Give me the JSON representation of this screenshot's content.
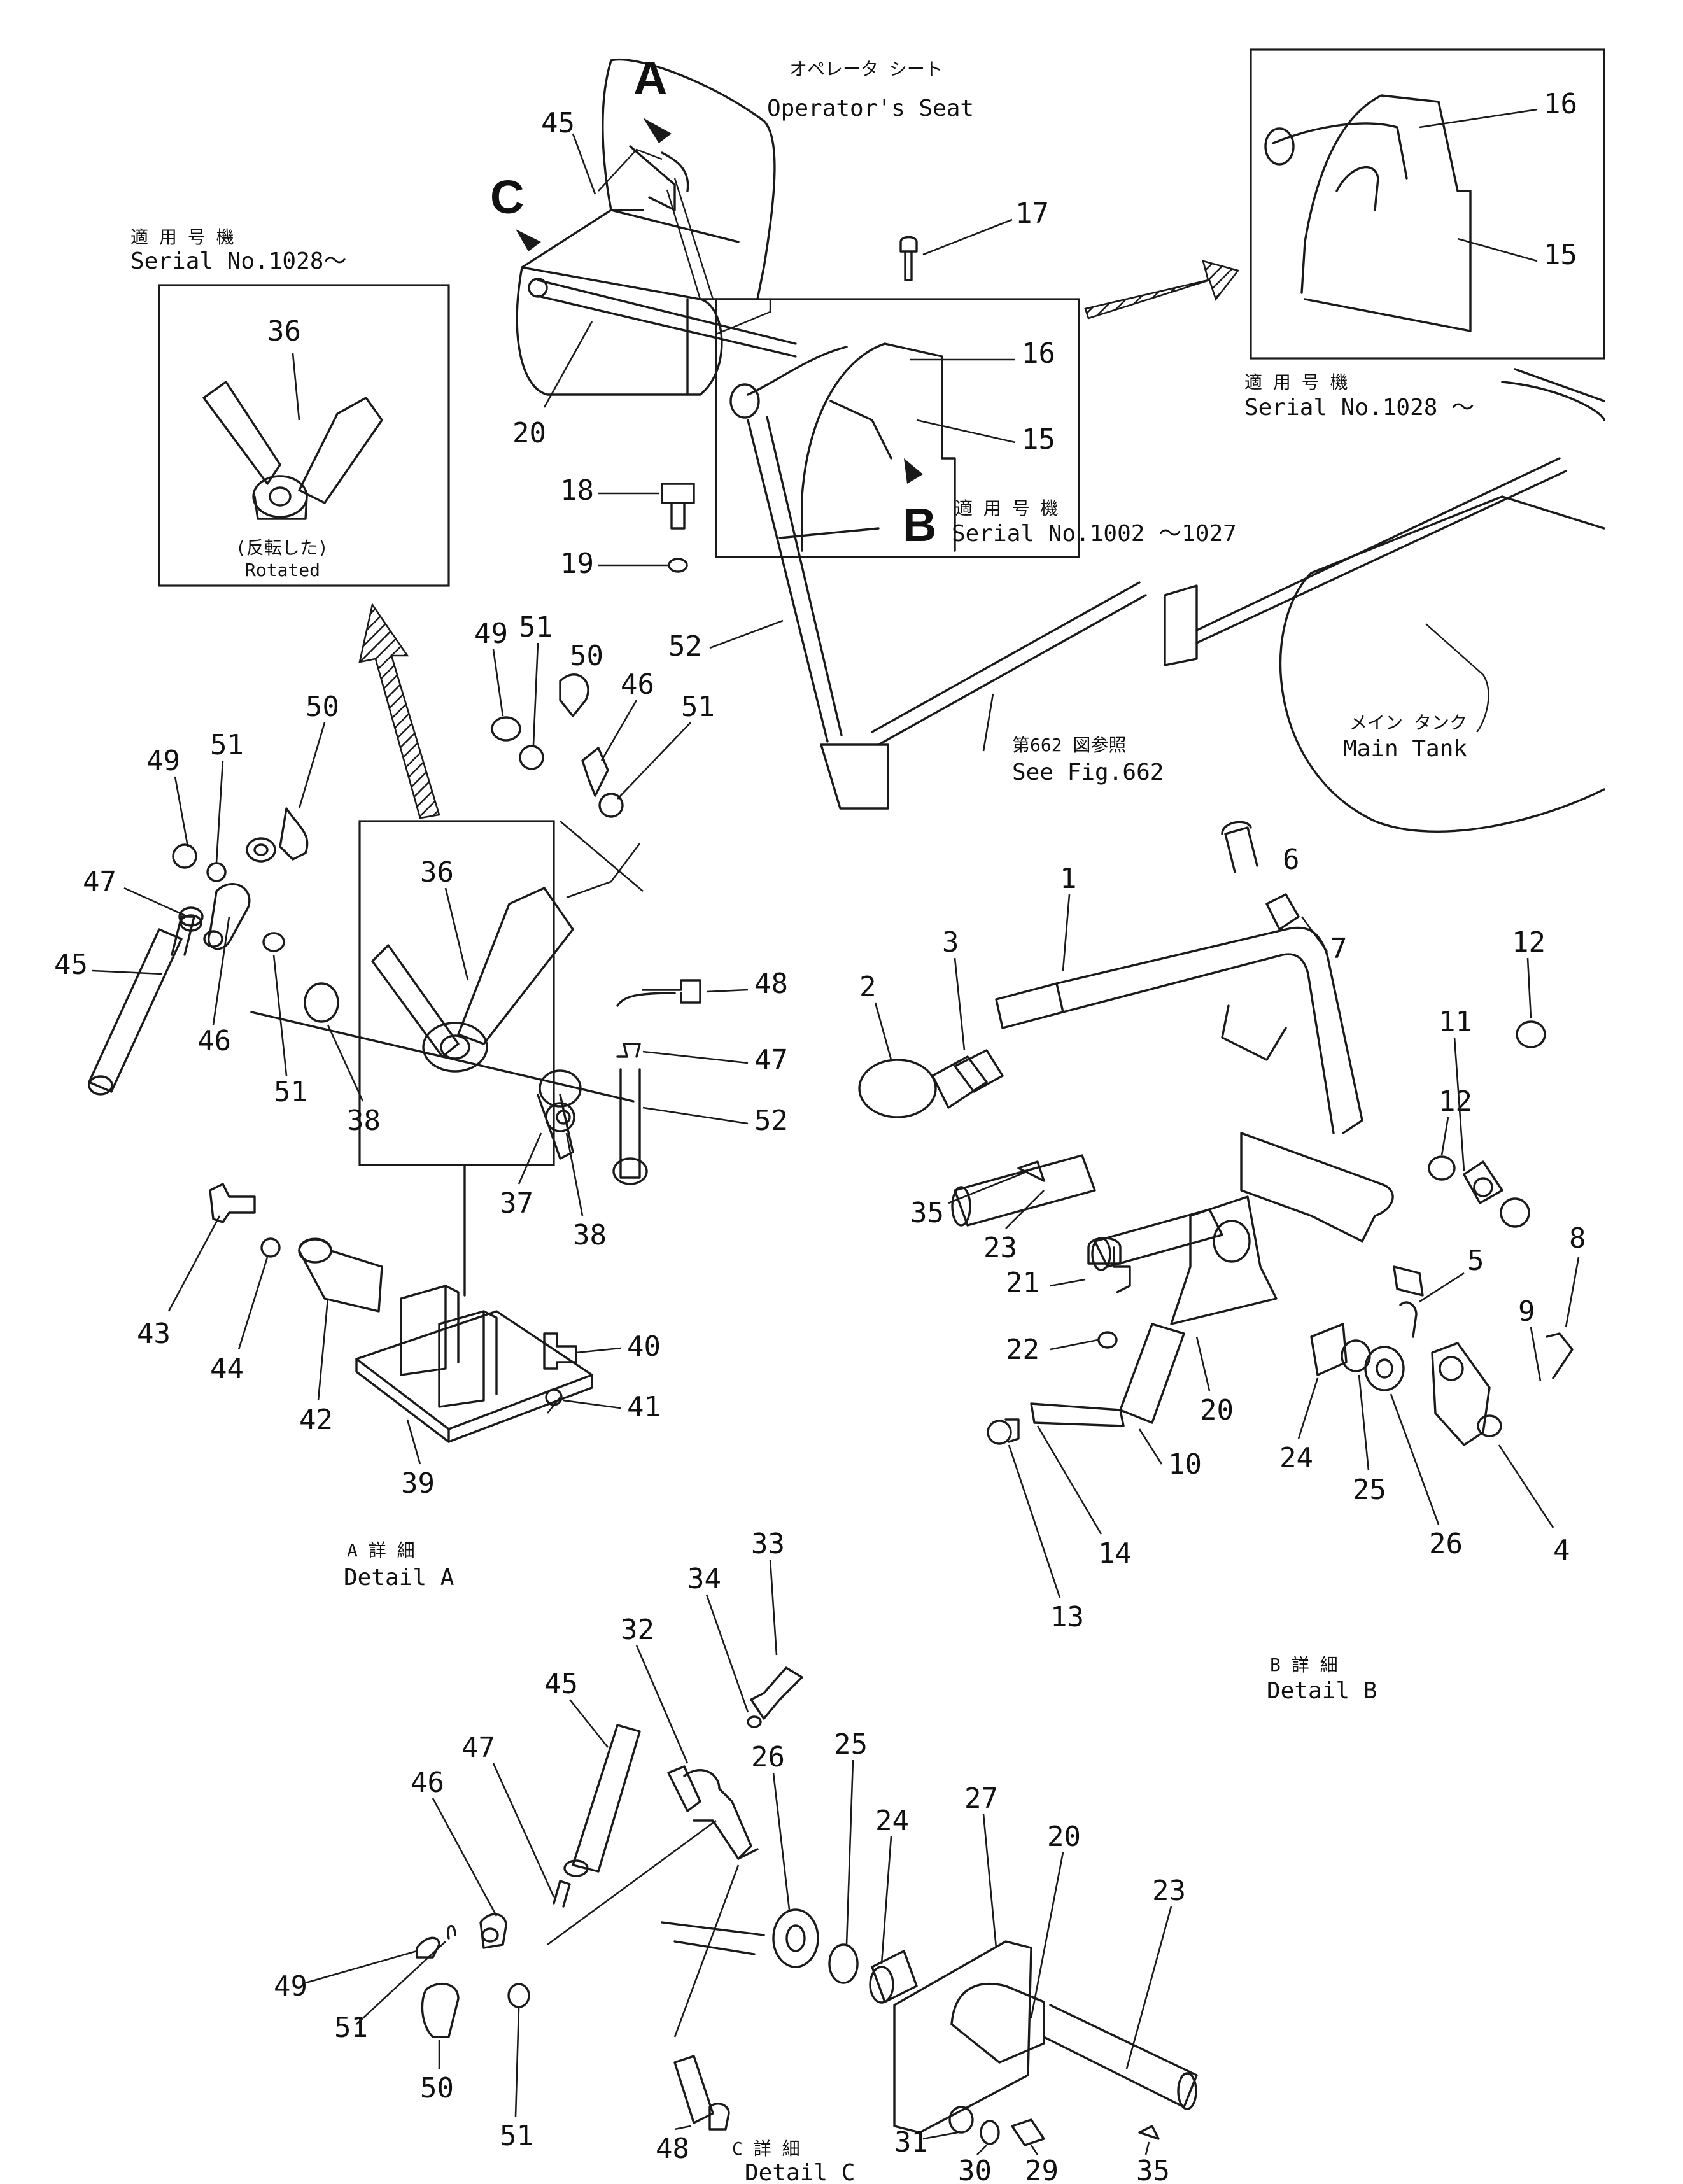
{
  "colors": {
    "ink": "#1a1a1a",
    "paper": "#ffffff"
  },
  "views": {
    "A": "A",
    "B": "B",
    "C": "C"
  },
  "labels": {
    "operator_seat_jp": "オペレータ シート",
    "operator_seat_en": "Operator's Seat",
    "serial_1028_jp_left": "適 用 号 機",
    "serial_1028_en_left": "Serial  No.1028～",
    "serial_1028_jp_right": "適 用 号 機",
    "serial_1028_en_right": "Serial  No.1028 ～",
    "serial_1002_jp": "適 用 号 機",
    "serial_1002_en": "Serial  No.1002 ～1027",
    "rotated_jp": "(反転した)",
    "rotated_en": "Rotated",
    "main_tank_jp": "メイン タンク",
    "main_tank_en": "Main Tank",
    "see_fig_jp": "第662 図参照",
    "see_fig_en": "See  Fig.662",
    "detail_a_jp": "A  詳  細",
    "detail_a_en": "Detail  A",
    "detail_b_jp": "B  詳  細",
    "detail_b_en": "Detail  B",
    "detail_c_jp": "C  詳  細",
    "detail_c_en": "Detail  C"
  },
  "callouts": {
    "top": {
      "c45": "45",
      "c20": "20",
      "c17": "17",
      "c16": "16",
      "c15": "15",
      "c18": "18",
      "c19": "19",
      "c52": "52"
    },
    "inset_left": {
      "c36": "36"
    },
    "inset_right": {
      "c16": "16",
      "c15": "15"
    },
    "detail_a": {
      "c49a": "49",
      "c51a": "51",
      "c50a": "50",
      "c47a": "47",
      "c45": "45",
      "c46a": "46",
      "c51b": "51",
      "c38a": "38",
      "c36": "36",
      "c48": "48",
      "c47b": "47",
      "c52": "52",
      "c37": "37",
      "c38b": "38",
      "c49b": "49",
      "c51c": "51",
      "c50b": "50",
      "c46b": "46",
      "c51d": "51",
      "c43": "43",
      "c44": "44",
      "c42": "42",
      "c39": "39",
      "c40": "40",
      "c41": "41"
    },
    "detail_b": {
      "c1": "1",
      "c2": "2",
      "c3": "3",
      "c6": "6",
      "c7": "7",
      "c12a": "12",
      "c11": "11",
      "c12b": "12",
      "c35": "35",
      "c23": "23",
      "c21": "21",
      "c22": "22",
      "c20": "20",
      "c24": "24",
      "c25": "25",
      "c26": "26",
      "c5": "5",
      "c8": "8",
      "c9": "9",
      "c4": "4",
      "c10": "10",
      "c14": "14",
      "c13": "13"
    },
    "detail_c": {
      "c33": "33",
      "c34": "34",
      "c32": "32",
      "c45": "45",
      "c47": "47",
      "c46": "46",
      "c26": "26",
      "c25": "25",
      "c24": "24",
      "c27": "27",
      "c20": "20",
      "c23": "23",
      "c49": "49",
      "c51a": "51",
      "c50": "50",
      "c51b": "51",
      "c48": "48",
      "c31": "31",
      "c30": "30",
      "c29": "29",
      "c35": "35"
    }
  }
}
